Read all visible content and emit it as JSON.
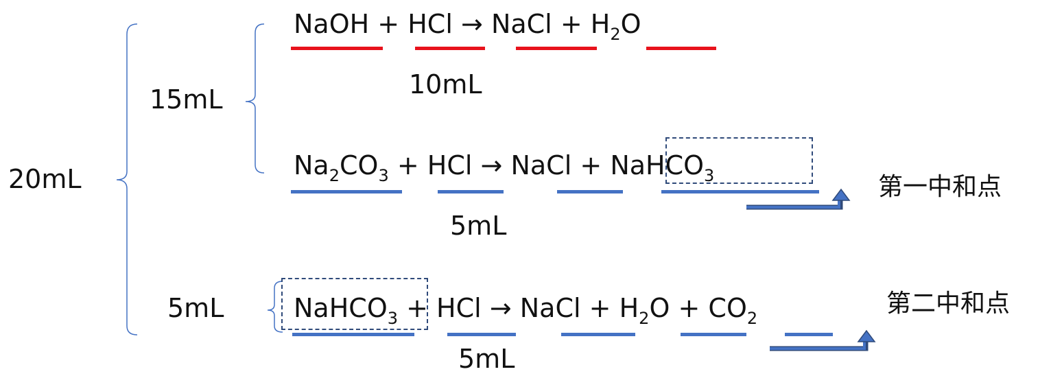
{
  "volumes": {
    "total": "20mL",
    "first_group": "15mL",
    "second_group": "5mL"
  },
  "reaction1": {
    "reactant1": "NaOH",
    "plus1": "+",
    "reactant2": "HCl",
    "arrow": "→",
    "product1": "NaCl",
    "plus2": "+",
    "product2_main": "H",
    "product2_sub": "2",
    "product2_end": "O",
    "volume": "10mL"
  },
  "reaction2": {
    "r1_a": "Na",
    "r1_sub1": "2",
    "r1_b": "CO",
    "r1_sub2": "3",
    "plus1": "+",
    "reactant2": "HCl",
    "arrow": "→",
    "product1": "NaCl",
    "plus2": "+",
    "product2_main": "NaHCO",
    "product2_sub": "3",
    "volume": "5mL",
    "label": "第一中和点"
  },
  "reaction3": {
    "reactant1_main": "NaHCO",
    "reactant1_sub": "3",
    "plus1": "+",
    "reactant2": "HCl",
    "arrow": "→",
    "product1": "NaCl",
    "plus2": "+",
    "p2_main": "H",
    "p2_sub": "2",
    "p2_end": "O",
    "plus3": "+",
    "p3_main": "CO",
    "p3_sub": "2",
    "volume": "5mL",
    "label": "第二中和点"
  },
  "colors": {
    "red_underline": "#e8121c",
    "blue_underline": "#4472c4",
    "bracket": "#4472c4",
    "box": "#2f4a7a"
  }
}
